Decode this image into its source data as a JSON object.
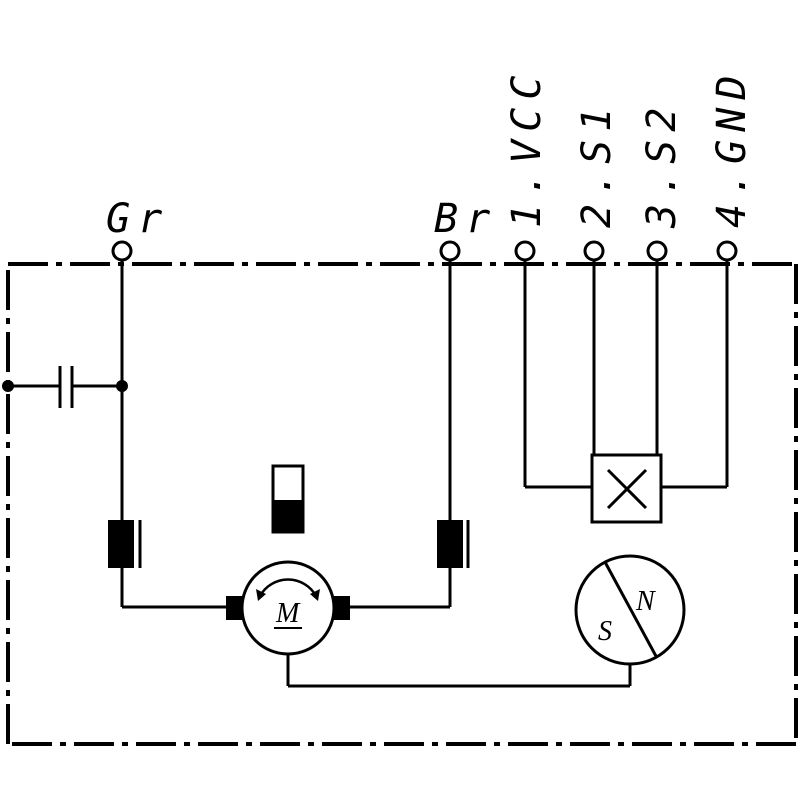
{
  "terminals": {
    "gr": "Gr",
    "br": "Br",
    "vcc": "1.VCC",
    "s1": "2.S1",
    "s2": "3.S2",
    "gnd": "4.GND"
  },
  "motor": {
    "label": "M"
  },
  "magnet": {
    "north": "N",
    "south": "S"
  },
  "colors": {
    "line": "#000000",
    "background": "#ffffff"
  }
}
